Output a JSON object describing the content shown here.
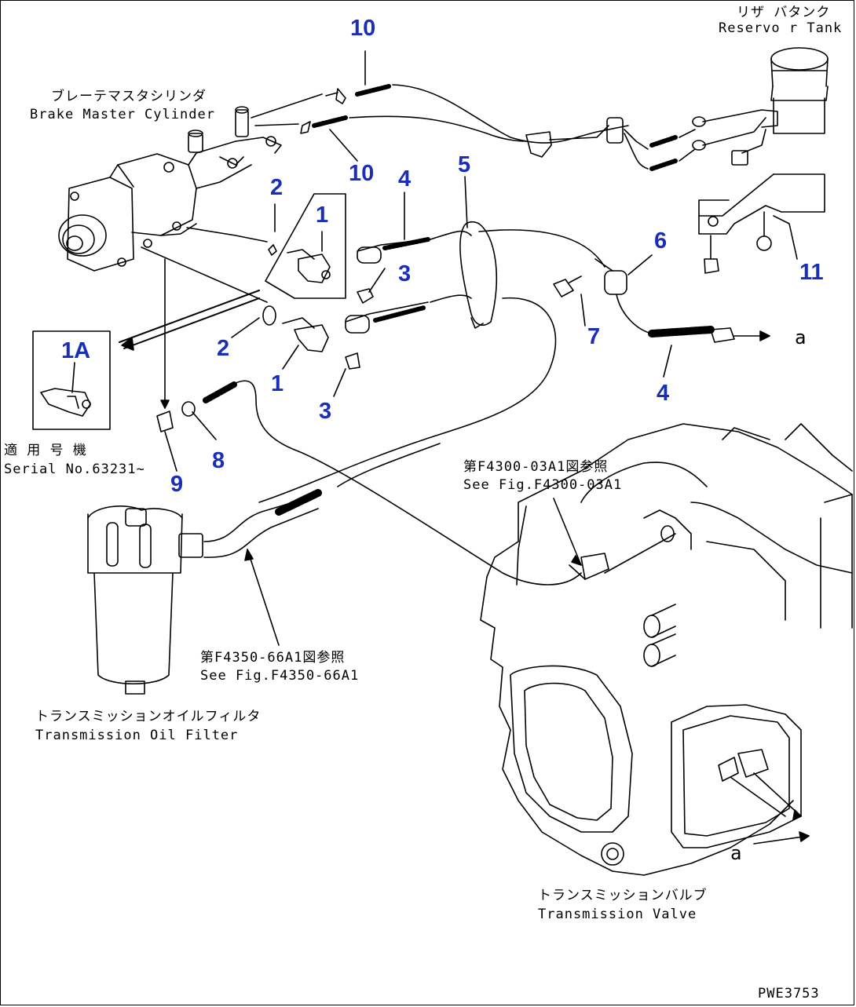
{
  "labels": {
    "reservoir_jp": "リザ バタンク",
    "reservoir_en": "Reservo r Tank",
    "brake_jp": "ブレーテマスタシリンダ",
    "brake_en": "Brake Master Cylinder",
    "serial_jp": "適 用 号 機",
    "serial_en": "Serial No.63231~",
    "see_fig1_jp": "第F4300-03A1図参照",
    "see_fig1_en": "See Fig.F4300-03A1",
    "see_fig2_jp": "第F4350-66A1図参照",
    "see_fig2_en": "See Fig.F4350-66A1",
    "filter_jp": "トランスミッションオイルフィルタ",
    "filter_en": "Transmission Oil Filter",
    "valve_jp": "トランスミッションバルブ",
    "valve_en": "Transmission Valve",
    "arrow_a1": "a",
    "arrow_a2": "a",
    "drawing_code": "PWE3753"
  },
  "callouts": [
    "10",
    "10",
    "2",
    "1",
    "4",
    "5",
    "6",
    "11",
    "3",
    "1A",
    "2",
    "1",
    "7",
    "4",
    "3",
    "8",
    "9"
  ]
}
